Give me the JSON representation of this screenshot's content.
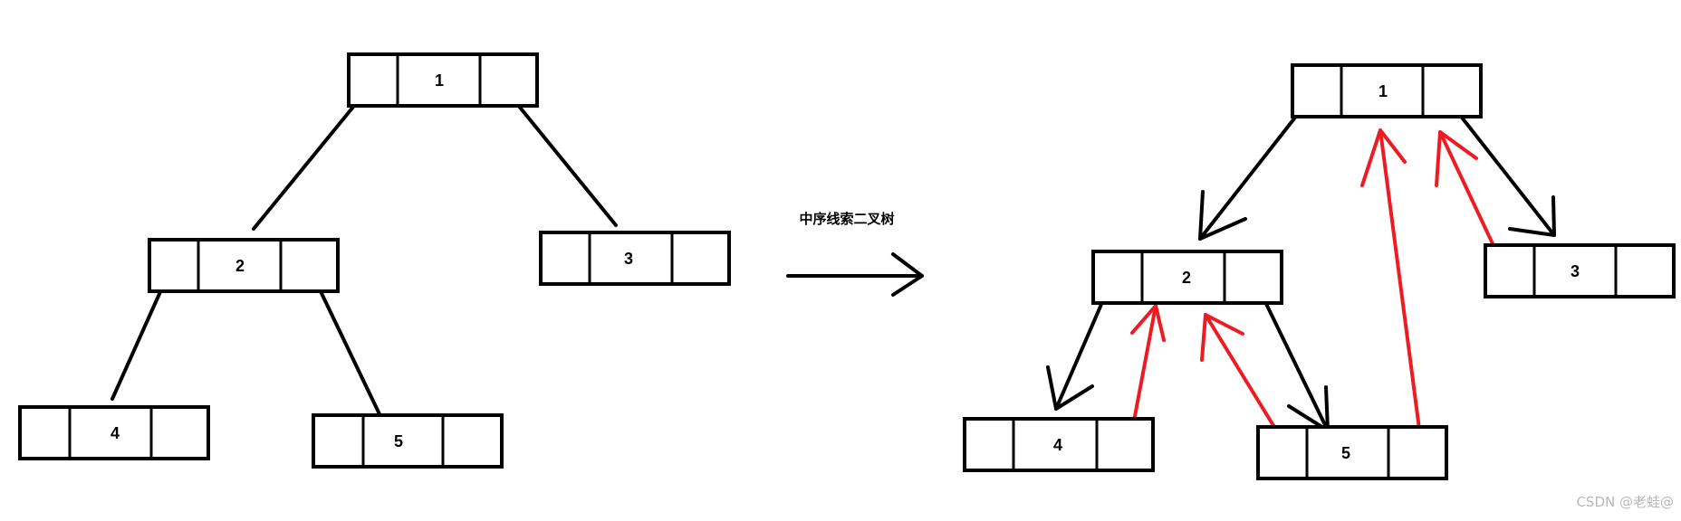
{
  "caption": "中序线索二叉树",
  "watermark": "CSDN @老蛙@",
  "colors": {
    "line": "#000000",
    "thread": "#ed1c24",
    "background": "#ffffff",
    "watermark": "#b8b8b8"
  },
  "left_tree": {
    "nodes": [
      {
        "id": "L1",
        "label": "1"
      },
      {
        "id": "L2",
        "label": "2"
      },
      {
        "id": "L3",
        "label": "3"
      },
      {
        "id": "L4",
        "label": "4"
      },
      {
        "id": "L5",
        "label": "5"
      }
    ],
    "edges": [
      {
        "from": "1",
        "to": "2"
      },
      {
        "from": "1",
        "to": "3"
      },
      {
        "from": "2",
        "to": "4"
      },
      {
        "from": "2",
        "to": "5"
      }
    ]
  },
  "right_tree": {
    "nodes": [
      {
        "id": "R1",
        "label": "1"
      },
      {
        "id": "R2",
        "label": "2"
      },
      {
        "id": "R3",
        "label": "3"
      },
      {
        "id": "R4",
        "label": "4"
      },
      {
        "id": "R5",
        "label": "5"
      }
    ],
    "child_pointers": [
      {
        "from": "1",
        "to": "2"
      },
      {
        "from": "1",
        "to": "3"
      },
      {
        "from": "2",
        "to": "4"
      },
      {
        "from": "2",
        "to": "5"
      }
    ],
    "threads": [
      {
        "from": "4",
        "to": "2",
        "kind": "successor"
      },
      {
        "from": "5",
        "to": "2",
        "kind": "predecessor"
      },
      {
        "from": "5",
        "to": "1",
        "kind": "successor"
      },
      {
        "from": "3",
        "to": "1",
        "kind": "predecessor"
      }
    ]
  }
}
